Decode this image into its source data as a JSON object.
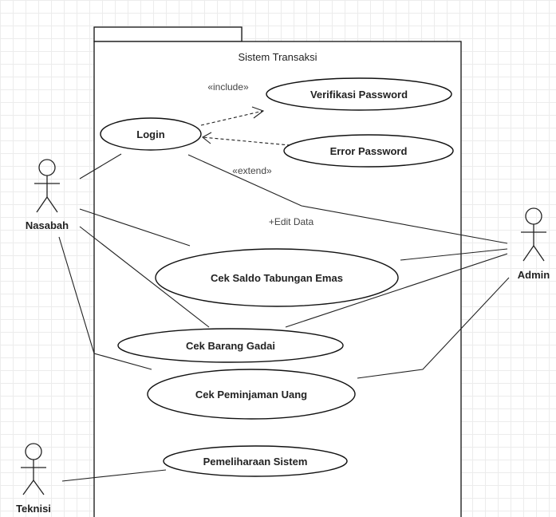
{
  "system": {
    "title": "Sistem Transaksi"
  },
  "actors": {
    "nasabah": "Nasabah",
    "admin": "Admin",
    "teknisi": "Teknisi"
  },
  "use_cases": {
    "login": "Login",
    "verifikasi_password": "Verifikasi Password",
    "error_password": "Error Password",
    "cek_saldo": "Cek Saldo Tabungan Emas",
    "cek_barang_gadai": "Cek Barang Gadai",
    "cek_peminjaman": "Cek Peminjaman Uang",
    "pemeliharaan": "Pemeliharaan Sistem"
  },
  "labels": {
    "include": "«include»",
    "extend": "«extend»",
    "edit_data": "+Edit Data"
  }
}
